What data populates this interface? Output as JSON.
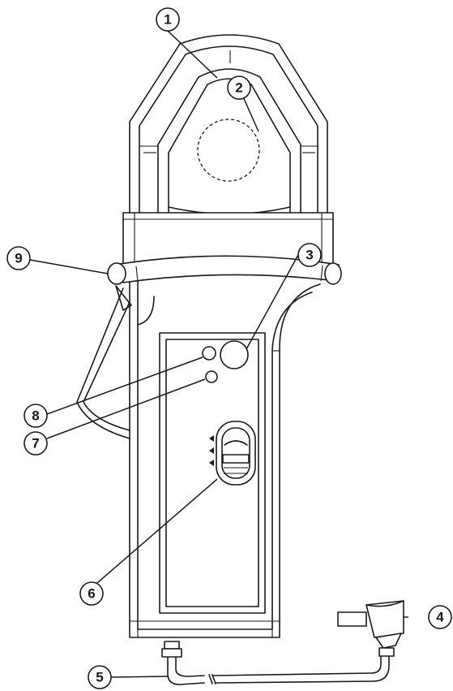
{
  "callouts": [
    {
      "id": "jaw-tip",
      "label": "1"
    },
    {
      "id": "jaw-opening",
      "label": "2"
    },
    {
      "id": "power-button",
      "label": "3"
    },
    {
      "id": "output-plug",
      "label": "4"
    },
    {
      "id": "output-cable",
      "label": "5"
    },
    {
      "id": "range-switch",
      "label": "6"
    },
    {
      "id": "indicator-lower",
      "label": "7"
    },
    {
      "id": "indicator-upper",
      "label": "8"
    },
    {
      "id": "hand-guard",
      "label": "9"
    }
  ],
  "colors": {
    "line": "#1a1a1a",
    "background": "#ffffff"
  }
}
